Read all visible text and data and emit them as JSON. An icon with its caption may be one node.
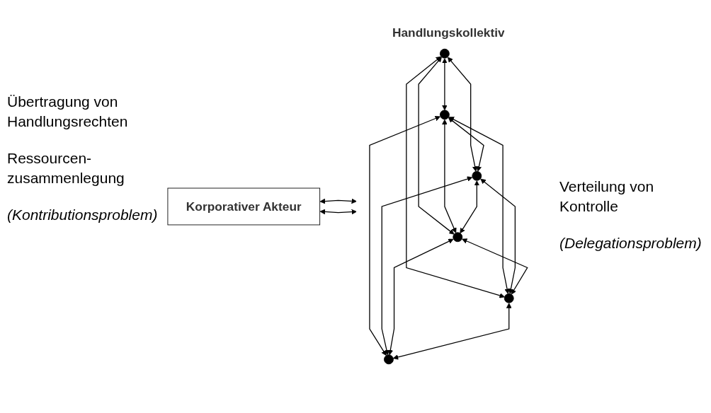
{
  "diagram": {
    "nodes": [
      {
        "text": [
          "Korporativer Akteur"
        ]
      },
      {
        "text": [
          "Handlungskollektiv"
        ]
      },
      {
        "text": [],
        "shape": "circle",
        "in": 1
      },
      {
        "text": [],
        "shape": "circle",
        "in": 1
      },
      {
        "text": [],
        "shape": "circle",
        "in": 1
      },
      {
        "text": [],
        "shape": "circle",
        "in": 1
      },
      {
        "text": [],
        "shape": "circle",
        "in": 1
      },
      {
        "text": [],
        "shape": "circle",
        "in": 1
      }
    ],
    "edges": [
      {
        "from": 0,
        "to": 1,
        "arrow": "both"
      },
      {
        "from": 0,
        "to": 1,
        "arrow": "both"
      },
      {
        "from": 2,
        "to": 3,
        "arrow": "both"
      },
      {
        "from": 2,
        "to": 5,
        "arrow": "both"
      },
      {
        "from": 2,
        "to": 4,
        "arrow": "both"
      },
      {
        "from": 2,
        "to": 6,
        "arrow": "both"
      },
      {
        "from": 3,
        "to": 4,
        "arrow": "both"
      },
      {
        "from": 3,
        "to": 5,
        "arrow": "both"
      },
      {
        "from": 3,
        "to": 6,
        "arrow": "both"
      },
      {
        "from": 3,
        "to": 7,
        "arrow": "both"
      },
      {
        "from": 4,
        "to": 5,
        "arrow": "both"
      },
      {
        "from": 4,
        "to": 6,
        "arrow": "both"
      },
      {
        "from": 4,
        "to": 7,
        "arrow": "both"
      },
      {
        "from": 5,
        "to": 6,
        "arrow": "both"
      },
      {
        "from": 5,
        "to": 7,
        "arrow": "both"
      },
      {
        "from": 6,
        "to": 7,
        "arrow": "both"
      }
    ],
    "labels": [
      "Übertragung von Handlungsrechten",
      "Ressourcen- zusammenlegung",
      "(Kontributionsproblem)",
      "Verteilung von Kontrolle",
      "(Delegationsproblem)"
    ]
  }
}
